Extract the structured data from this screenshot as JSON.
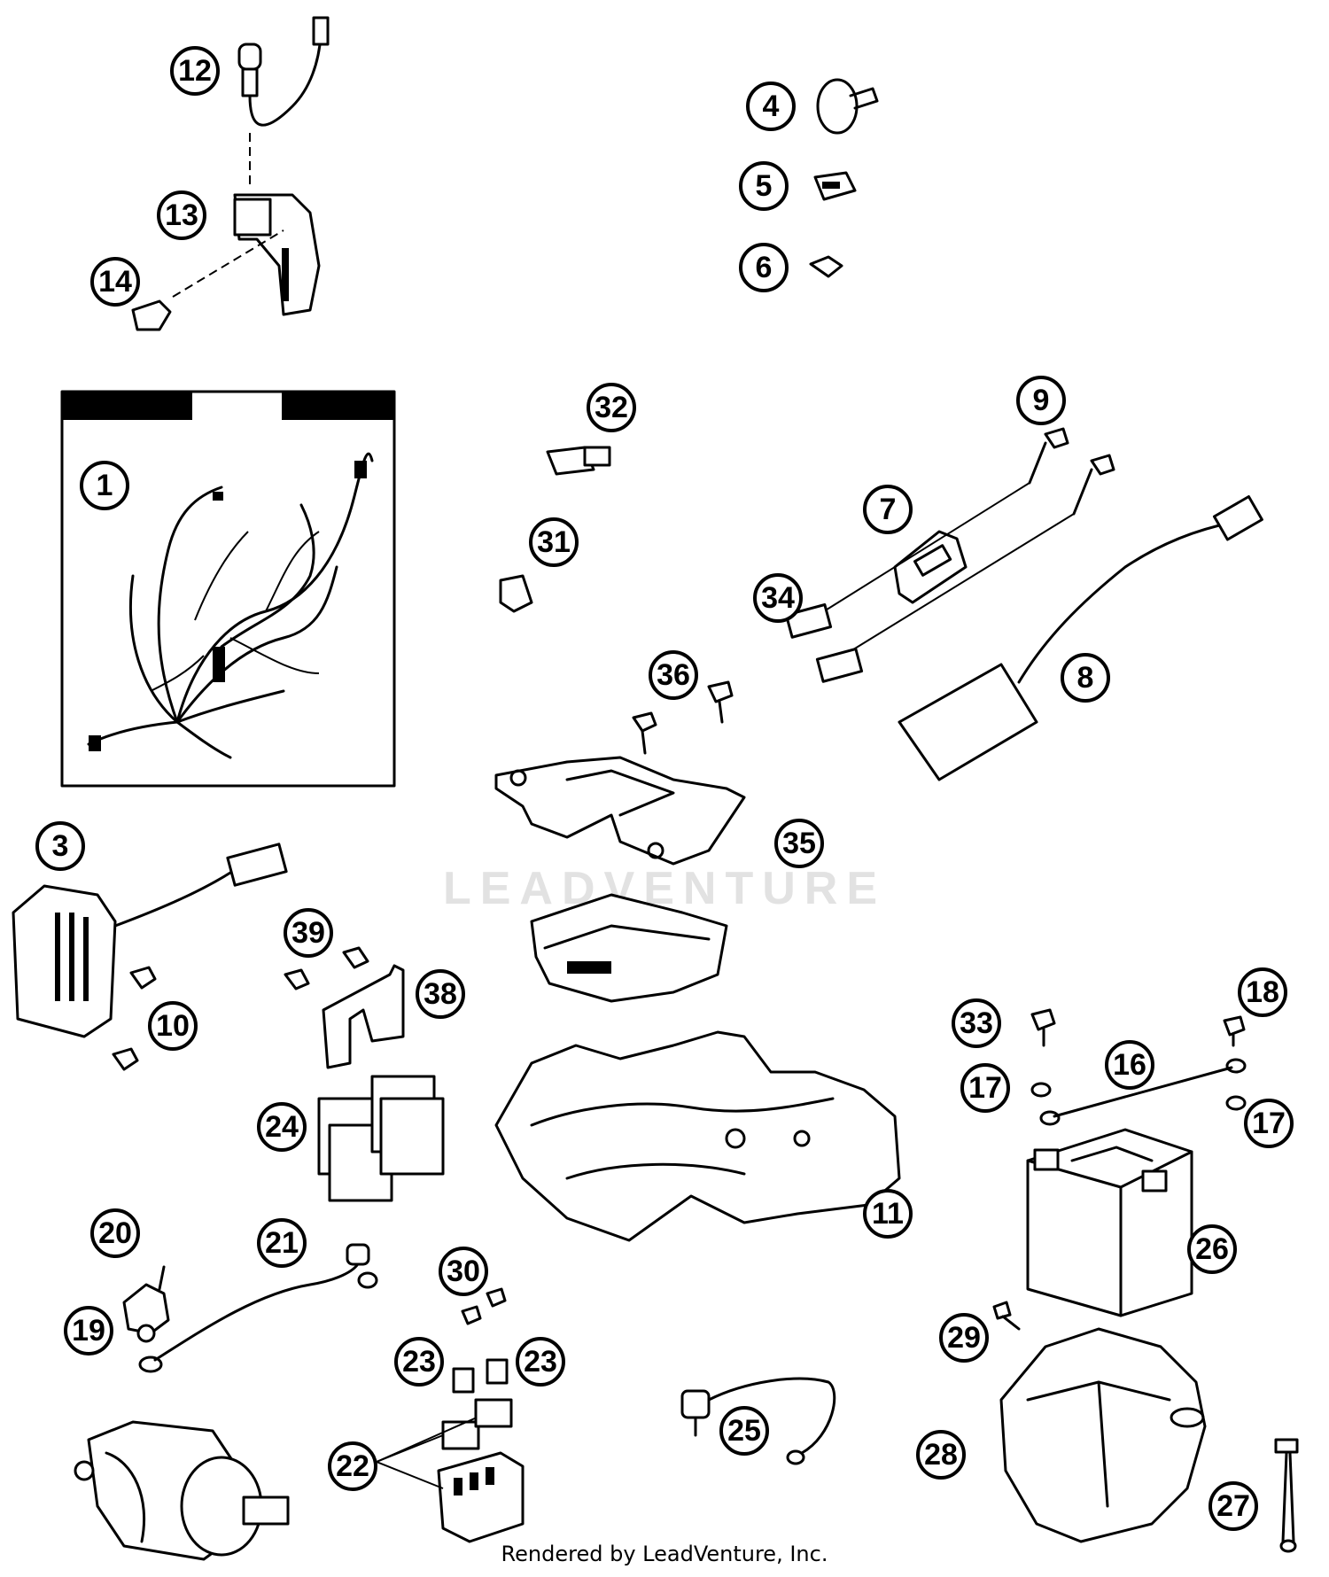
{
  "watermark": "LEADVENTURE",
  "footer": "Rendered by LeadVenture, Inc.",
  "callouts": {
    "c1": "1",
    "c3": "3",
    "c4": "4",
    "c5": "5",
    "c6": "6",
    "c7": "7",
    "c8": "8",
    "c9": "9",
    "c10": "10",
    "c11": "11",
    "c12": "12",
    "c13": "13",
    "c14": "14",
    "c16": "16",
    "c17a": "17",
    "c17b": "17",
    "c18": "18",
    "c19": "19",
    "c20": "20",
    "c21": "21",
    "c22": "22",
    "c23a": "23",
    "c23b": "23",
    "c24": "24",
    "c25": "25",
    "c26": "26",
    "c27": "27",
    "c28": "28",
    "c29": "29",
    "c30": "30",
    "c31": "31",
    "c32": "32",
    "c33": "33",
    "c34": "34",
    "c35": "35",
    "c36": "36",
    "c38": "38",
    "c39": "39"
  }
}
